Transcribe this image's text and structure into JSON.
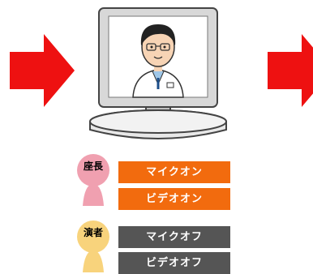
{
  "colors": {
    "arrow": "#ee1111",
    "on_status": "#f26b0e",
    "off_status": "#555555",
    "chair_person": "#f0a0b0",
    "speaker_person": "#f8d37c"
  },
  "icons": {
    "left_arrow": "right-arrow-icon",
    "right_arrow": "right-arrow-icon",
    "monitor": "monitor-icon",
    "doctor": "doctor-avatar-icon",
    "chair": "person-icon",
    "speaker": "person-icon"
  },
  "roles": {
    "chair": {
      "label": "座長",
      "mic": "マイクオン",
      "video": "ビデオオン"
    },
    "speaker": {
      "label": "演者",
      "mic": "マイクオフ",
      "video": "ビデオオフ"
    }
  }
}
